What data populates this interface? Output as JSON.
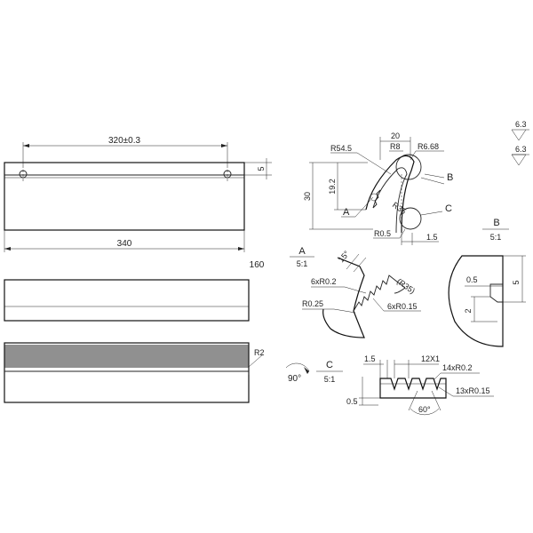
{
  "front_view": {
    "dim_hole_spacing": "320±0.3",
    "dim_length": "340",
    "dim_height_small": "5"
  },
  "middle_view": {
    "dim_width": "160"
  },
  "lower_view": {
    "radius": "R2"
  },
  "profile": {
    "dim_20": "20",
    "dim_r54_5": "R54.5",
    "dim_r8": "R8",
    "dim_r6_68": "R6.68",
    "dim_30": "30",
    "dim_19_2": "19.2",
    "dim_r35": "R35",
    "dim_r0_5": "R0.5",
    "dim_1_5": "1.5",
    "label_a": "A",
    "label_b": "B",
    "label_c": "C"
  },
  "detail_a": {
    "title": "A",
    "scale": "5:1",
    "dim_15deg": "15°",
    "dim_6xr0_2": "6xR0.2",
    "dim_r35_paren": "(R35)",
    "dim_r0_25": "R0.25",
    "dim_6xr0_15": "6xR0.15"
  },
  "detail_b": {
    "title": "B",
    "scale": "5:1",
    "dim_0_5": "0.5",
    "dim_2": "2",
    "dim_5": "5"
  },
  "detail_c": {
    "title": "C",
    "scale": "5:1",
    "rotation": "90°",
    "dim_1_5": "1.5",
    "dim_12x1": "12X1",
    "dim_14xr0_2": "14xR0.2",
    "dim_13xr0_15": "13xR0.15",
    "dim_0_5": "0.5",
    "dim_60deg": "60°"
  },
  "roughness": {
    "value_1": "6.3",
    "value_2": "6.3"
  }
}
